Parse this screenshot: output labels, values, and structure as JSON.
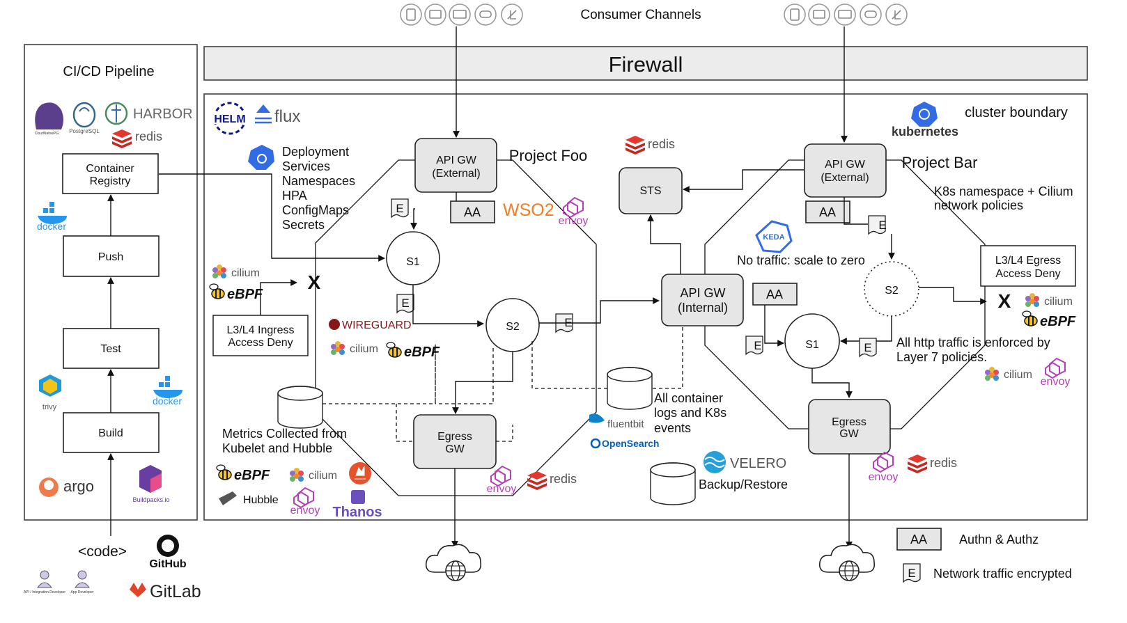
{
  "header": {
    "consumer_channels": "Consumer Channels"
  },
  "firewall": {
    "label": "Firewall"
  },
  "cicd": {
    "title": "CI/CD Pipeline",
    "logo_labels": {
      "postgresql": "PostgreSQL",
      "cloudnativepg": "CloudNativePG",
      "harbor": "HARBOR",
      "redis": "redis",
      "docker": "docker",
      "trivy": "trivy",
      "argo": "argo",
      "buildpacks": "Buildpacks.io",
      "github": "GitHub",
      "gitlab": "GitLab"
    },
    "stages": {
      "registry": [
        "Container",
        "Registry"
      ],
      "push": "Push",
      "test": "Test",
      "build": "Build"
    },
    "code": "<code>",
    "personas": [
      "API / Integration Developer",
      "App Developer"
    ]
  },
  "cluster": {
    "boundary_label": "cluster boundary",
    "k8s_logo_text": "kubernetes",
    "helm_logo_text": "HELM",
    "flux_logo_text": "flux",
    "resources": [
      "Deployment",
      "Services",
      "Namespaces",
      "HPA",
      "ConfigMaps",
      "Secrets"
    ],
    "ingress_deny": [
      "L3/L4 Ingress",
      "Access Deny"
    ],
    "deny_marker": "X",
    "tech": {
      "cilium": "cilium",
      "ebpf": "eBPF",
      "wireguard": "WIREGUARD",
      "envoy": "envoy",
      "redis": "redis",
      "wso2": "WSO2",
      "keda": "KEDA",
      "hubble": "Hubble",
      "thanos": "Thanos",
      "fluentbit": "fluentbit",
      "opensearch": "OpenSearch",
      "velero": "VELERO"
    },
    "metrics_caption": [
      "Metrics Collected from",
      "Kubelet and Hubble"
    ],
    "logs_caption": [
      "All container",
      "logs and K8s",
      "events"
    ],
    "backup_caption": "Backup/Restore"
  },
  "project_foo": {
    "title": "Project Foo",
    "api_gw": [
      "API GW",
      "(External)"
    ],
    "aa": "AA",
    "e": "E",
    "s1": "S1",
    "s2": "S2",
    "egress": [
      "Egress",
      "GW"
    ]
  },
  "shared": {
    "sts": "STS",
    "api_gw_internal": [
      "API GW",
      "(Internal)"
    ],
    "aa": "AA"
  },
  "project_bar": {
    "title": "Project Bar",
    "api_gw": [
      "API GW",
      "(External)"
    ],
    "aa": "AA",
    "e": "E",
    "policy_note": [
      "K8s namespace + Cilium",
      "network policies"
    ],
    "scale_note": "No traffic: scale to zero",
    "egress_deny": [
      "L3/L4 Egress",
      "Access Deny"
    ],
    "l7_note": [
      "All http traffic is enforced by",
      "Layer 7 policies."
    ],
    "s1": "S1",
    "s2": "S2",
    "egress": [
      "Egress",
      "GW"
    ]
  },
  "legend": [
    {
      "key": "AA",
      "label": "Authn & Authz"
    },
    {
      "key": "E",
      "label": "Network traffic encrypted"
    }
  ]
}
